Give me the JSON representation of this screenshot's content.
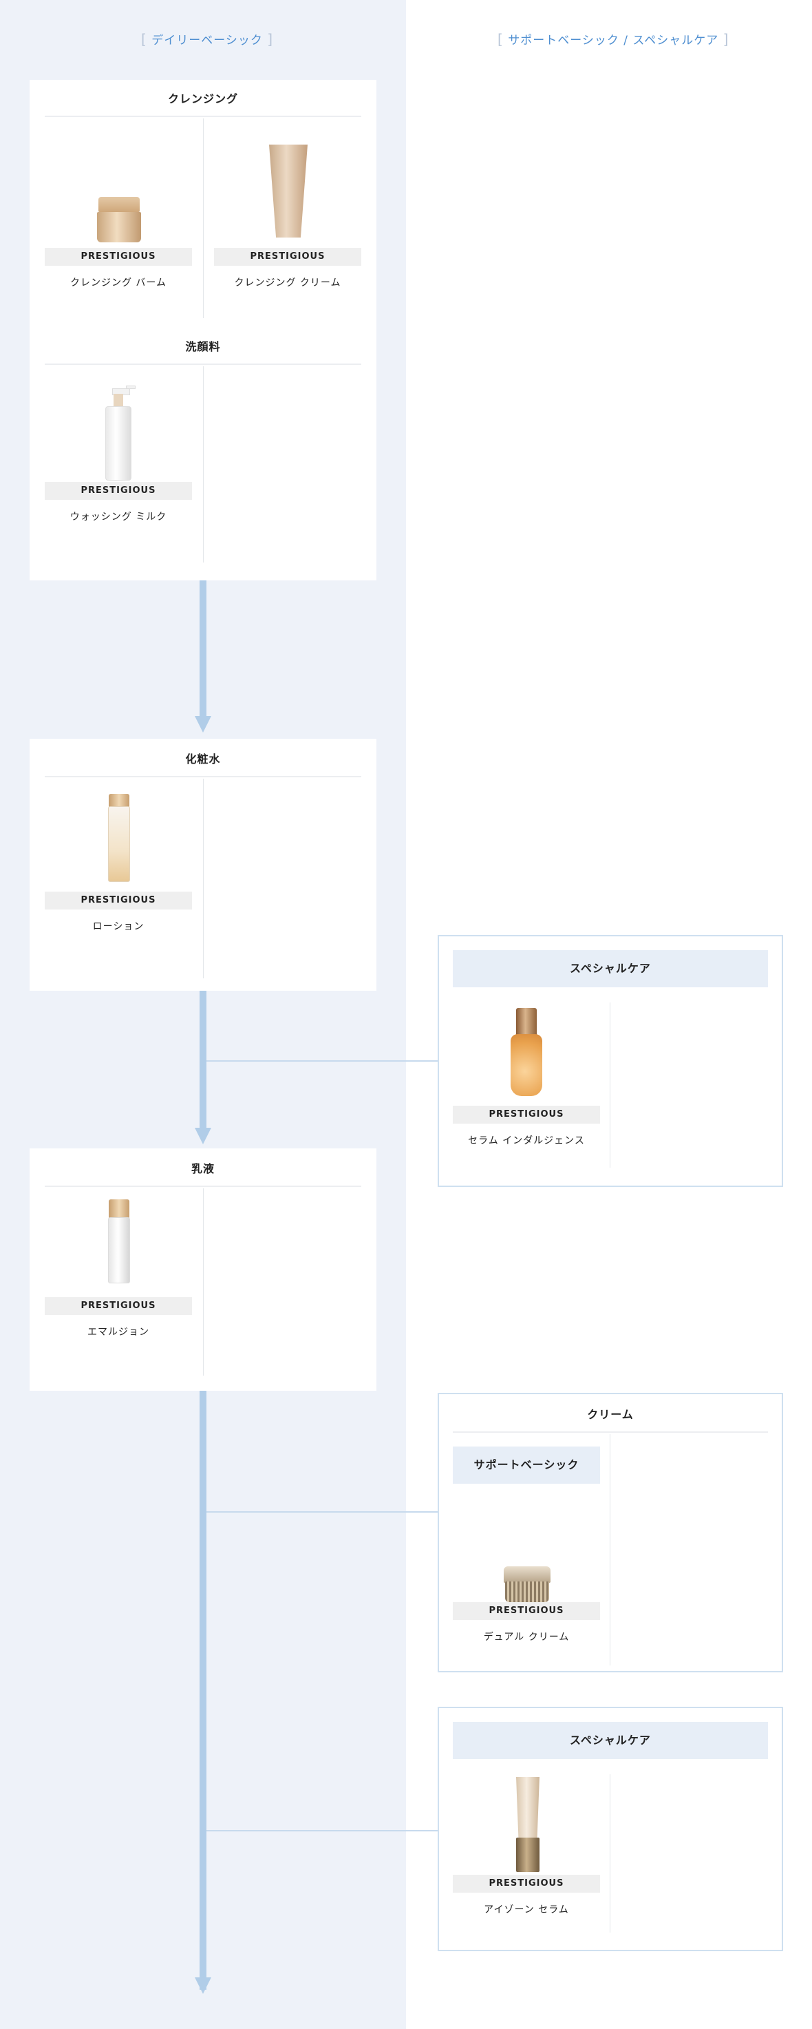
{
  "columns": {
    "left_heading": "デイリーベーシック",
    "right_heading": "サポートベーシック / スペシャルケア",
    "bracket_open": "[",
    "bracket_close": "]"
  },
  "brand": "PRESTIGIOUS",
  "sections": {
    "cleansing": {
      "title": "クレンジング",
      "products": [
        {
          "name": "クレンジング バーム",
          "icon": "cleansing-balm-jar-image"
        },
        {
          "name": "クレンジング クリーム",
          "icon": "cleansing-cream-tube-image"
        }
      ]
    },
    "face_wash": {
      "title": "洗顔料",
      "products": [
        {
          "name": "ウォッシング ミルク",
          "icon": "washing-milk-pump-bottle-image"
        }
      ]
    },
    "lotion": {
      "title": "化粧水",
      "products": [
        {
          "name": "ローション",
          "icon": "lotion-bottle-image"
        }
      ]
    },
    "special_care_1": {
      "title": "スペシャルケア",
      "products": [
        {
          "name": "セラム インダルジェンス",
          "icon": "serum-bottle-image"
        }
      ]
    },
    "emulsion": {
      "title": "乳液",
      "products": [
        {
          "name": "エマルジョン",
          "icon": "emulsion-bottle-image"
        }
      ]
    },
    "cream": {
      "title": "クリーム",
      "sub_band": "サポートベーシック",
      "products": [
        {
          "name": "デュアル クリーム",
          "icon": "cream-jar-image"
        }
      ]
    },
    "special_care_2": {
      "title": "スペシャルケア",
      "products": [
        {
          "name": "アイゾーン セラム",
          "icon": "eye-serum-tube-image"
        }
      ]
    }
  },
  "colors": {
    "left_background": "#eef2f9",
    "accent_blue": "#4f8fd1",
    "flow_arrow": "#b1cde8",
    "band_background": "#e7eef7",
    "card_border": "#cfe0f0"
  }
}
